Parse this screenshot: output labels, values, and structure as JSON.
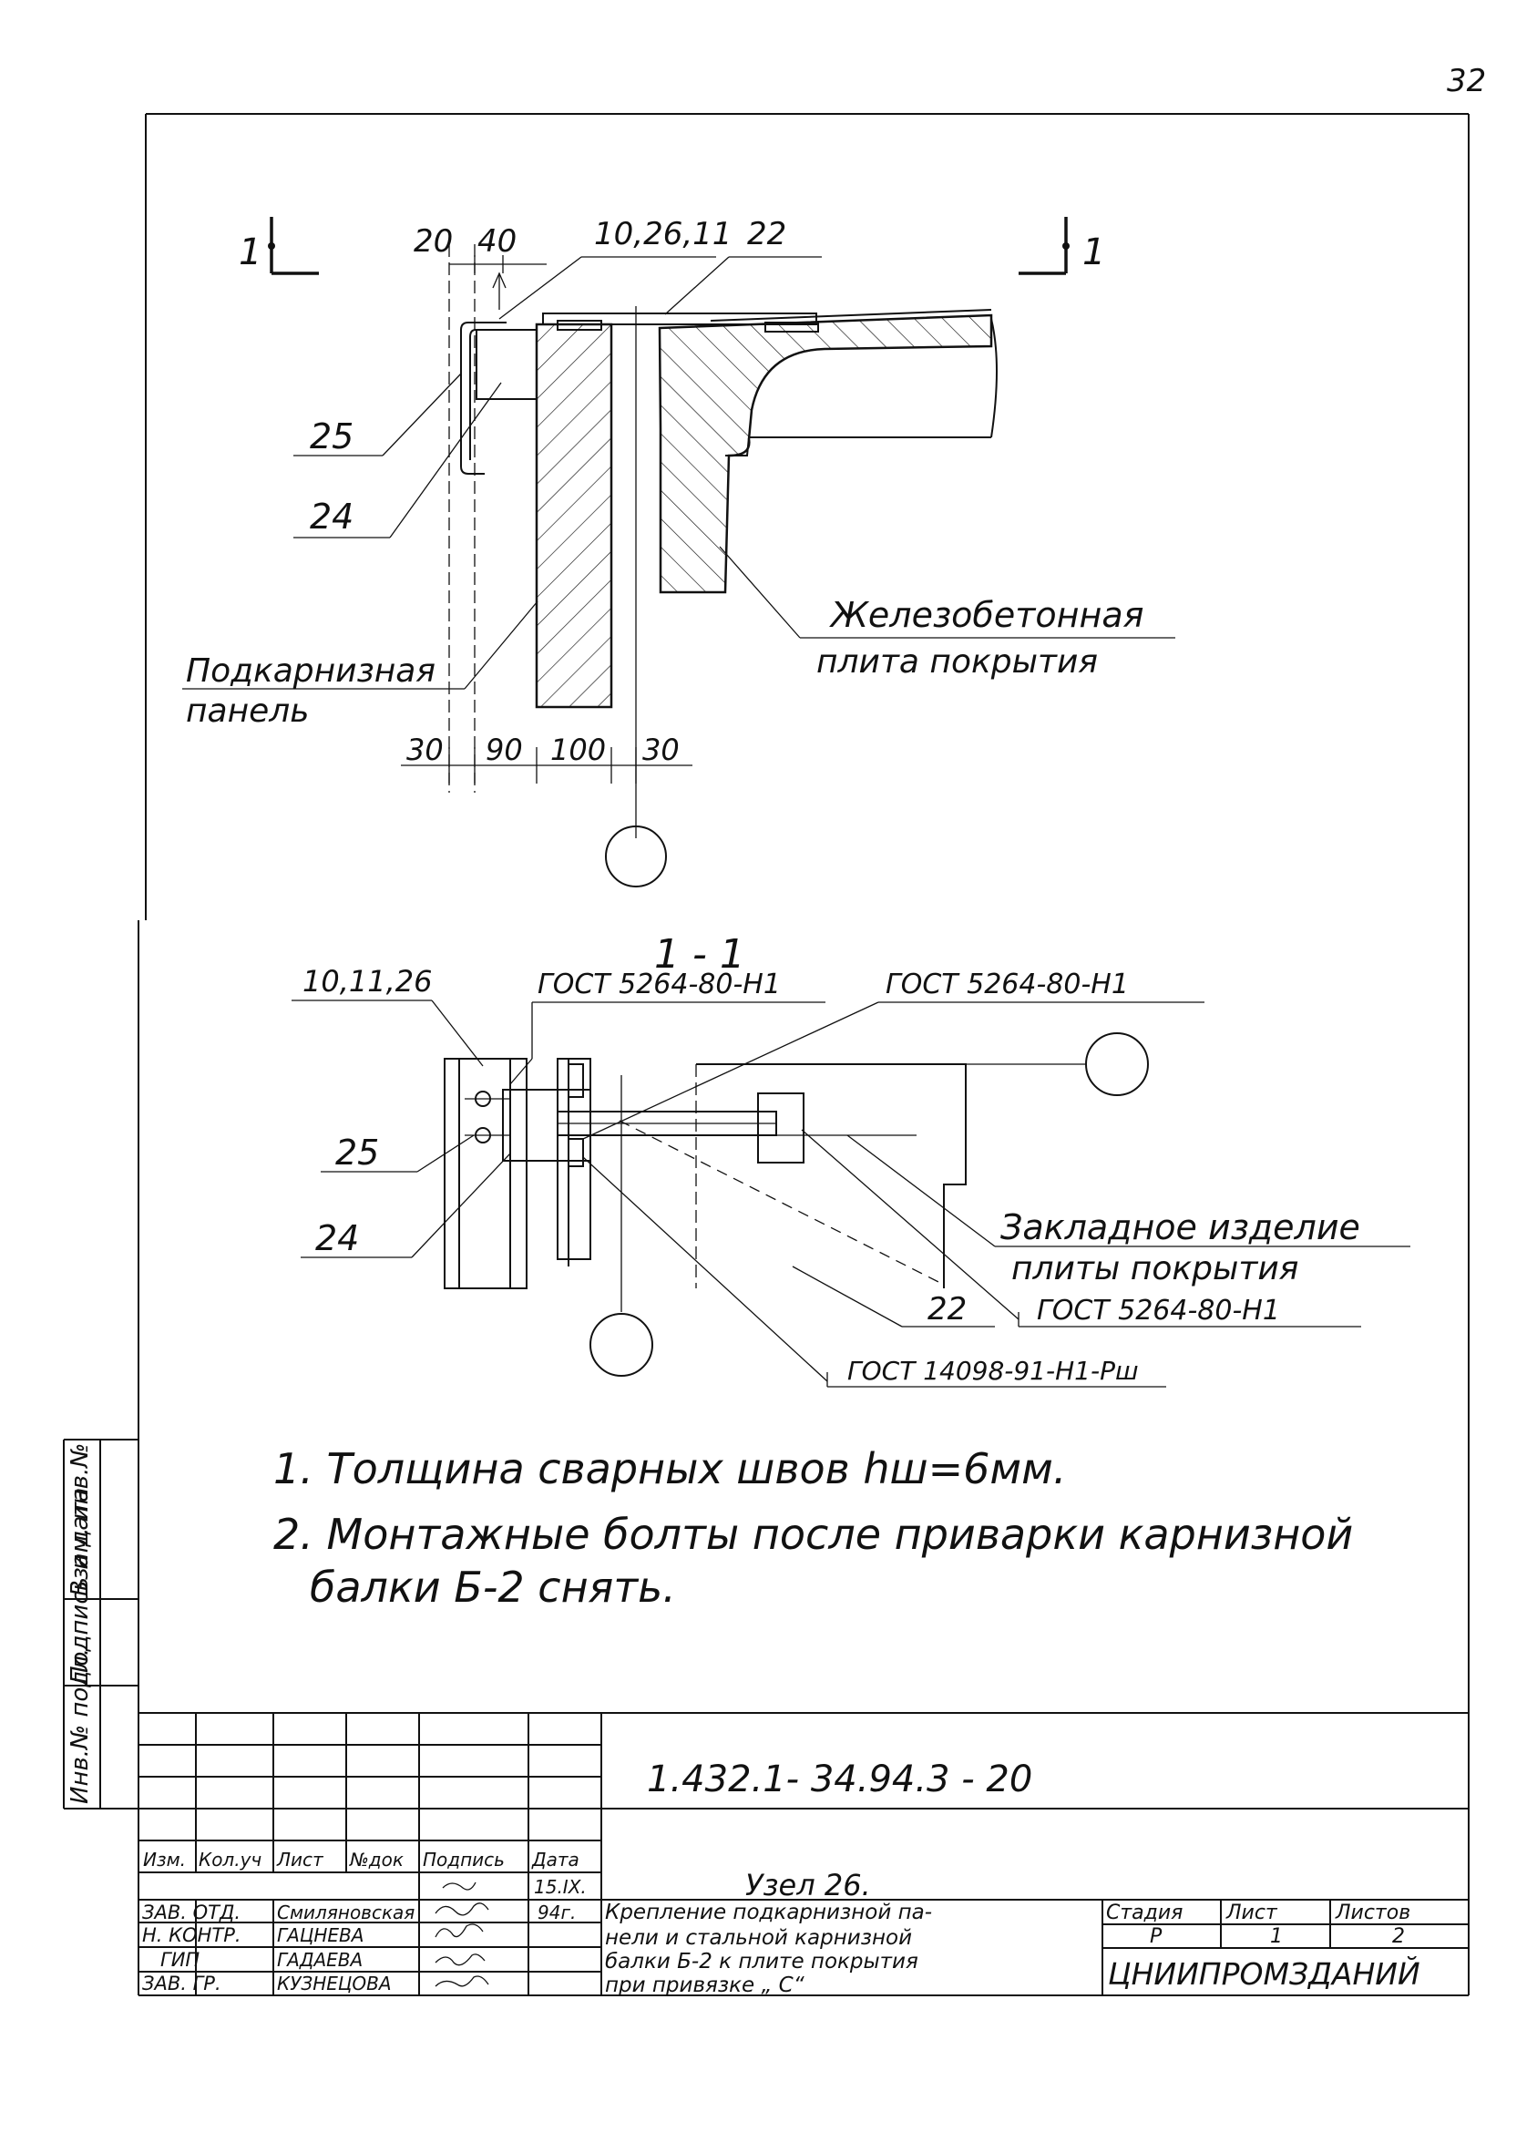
{
  "sheet": {
    "page_number": "32",
    "main_code": "1.432.1- 34.94.3 - 20"
  },
  "upper_view": {
    "section_mark_left": "1",
    "section_mark_right": "1",
    "dims_top": [
      "20",
      "40"
    ],
    "dims_bottom": [
      "30",
      "90",
      "100",
      "30"
    ],
    "callout_top": "10,26,11",
    "callout_22": "22",
    "callout_25": "25",
    "callout_24": "24",
    "label_panel_line1": "Подкарнизная",
    "label_panel_line2": "панель",
    "label_slab_line1": "Железобетонная",
    "label_slab_line2": "плита покрытия"
  },
  "section_view": {
    "title": "1 - 1",
    "callout_top_left": "10,11,26",
    "weld_1": "ГОСТ 5264-80-Н1",
    "weld_2": "ГОСТ 5264-80-Н1",
    "weld_3": "ГОСТ 5264-80-Н1",
    "weld_4": "ГОСТ 14098-91-Н1-Рш",
    "callout_25": "25",
    "callout_24": "24",
    "callout_22": "22",
    "label_embed_line1": "Закладное изделие",
    "label_embed_line2": "плиты покрытия"
  },
  "notes": [
    "1. Толщина сварных швов hш=6мм.",
    "2. Монтажные болты после приварки карнизной",
    "балки Б-2 снять."
  ],
  "side_stamp": [
    "Инв.№ подл.",
    "Подпись и дата",
    "Взам. инв.№"
  ],
  "title_block": {
    "headers": [
      "Изм.",
      "Кол.уч",
      "Лист",
      "№док",
      "Подпись",
      "Дата"
    ],
    "date_values": [
      "15.IX.",
      "94г."
    ],
    "rows": [
      {
        "role": "ЗАВ. ОТД.",
        "name": "Смиляновская"
      },
      {
        "role": "Н. КОНТР.",
        "name": "ГАЦНЕВА"
      },
      {
        "role": "ГИП",
        "name": "ГАДАЕВА"
      },
      {
        "role": "ЗАВ. ГР.",
        "name": "КУЗНЕЦОВА"
      }
    ],
    "title_line1": "Узел 26.",
    "title_line2": "Крепление подкарнизной па-",
    "title_line3": "нели и стальной карнизной",
    "title_line4": "балки Б-2 к плите покрытия",
    "title_line5": "при привязке „ С“",
    "stage_headers": [
      "Стадия",
      "Лист",
      "Листов"
    ],
    "stage_values": [
      "Р",
      "1",
      "2"
    ],
    "organization": "ЦНИИПРОМЗДАНИЙ"
  }
}
